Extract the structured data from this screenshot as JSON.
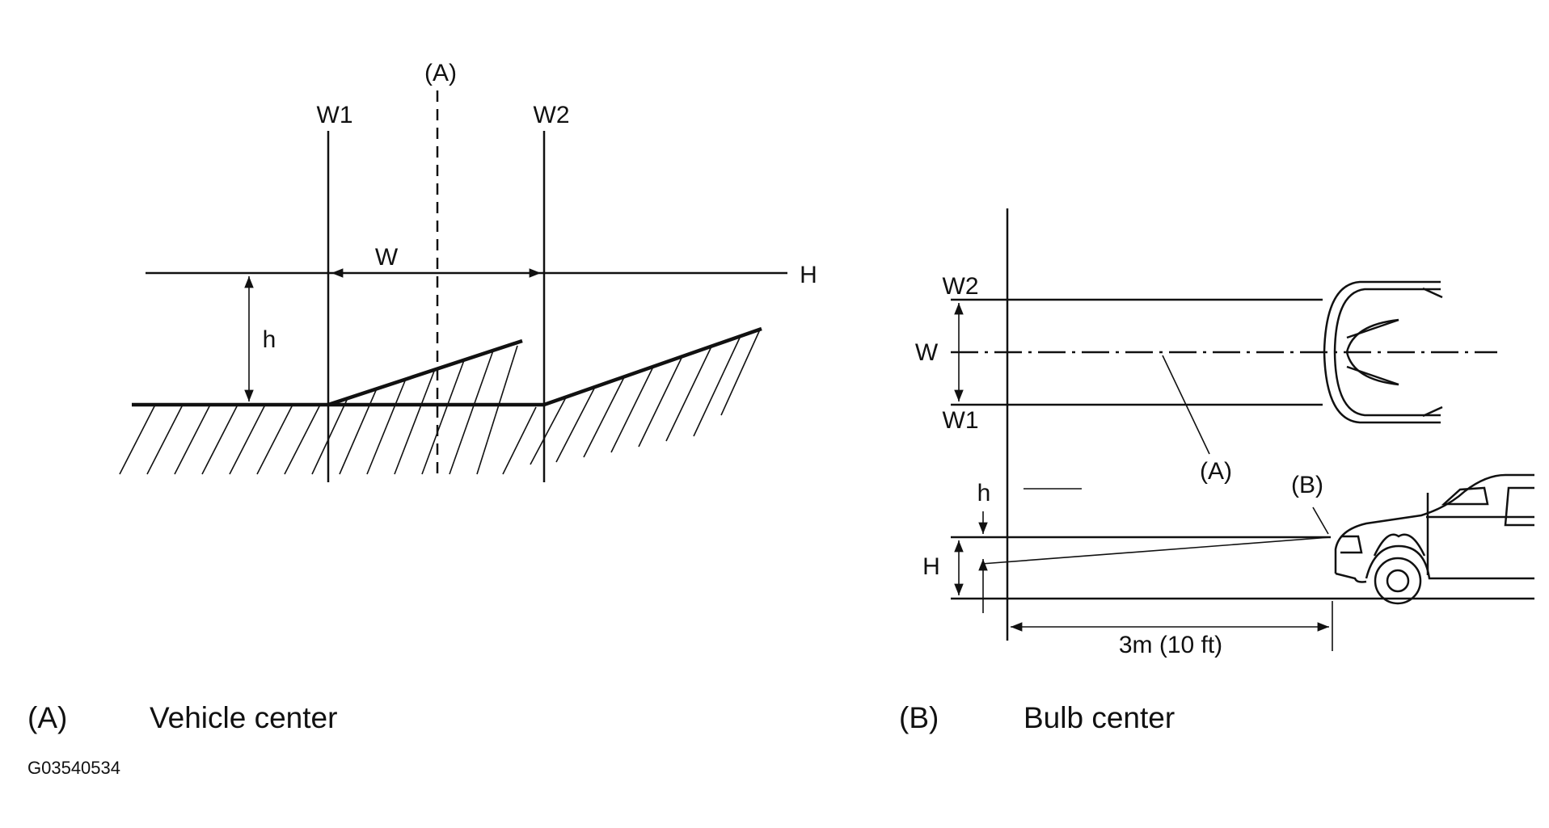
{
  "left_diagram": {
    "label_A": "(A)",
    "label_W1": "W1",
    "label_W2": "W2",
    "label_W": "W",
    "label_H": "H",
    "label_h": "h"
  },
  "right_diagram": {
    "label_W2": "W2",
    "label_W": "W",
    "label_W1": "W1",
    "label_A": "(A)",
    "label_B": "(B)",
    "label_h": "h",
    "label_H": "H",
    "distance": "3m (10 ft)"
  },
  "legend": {
    "a_key": "(A)",
    "a_text": "Vehicle center",
    "b_key": "(B)",
    "b_text": "Bulb center"
  },
  "figure_code": "G03540534"
}
